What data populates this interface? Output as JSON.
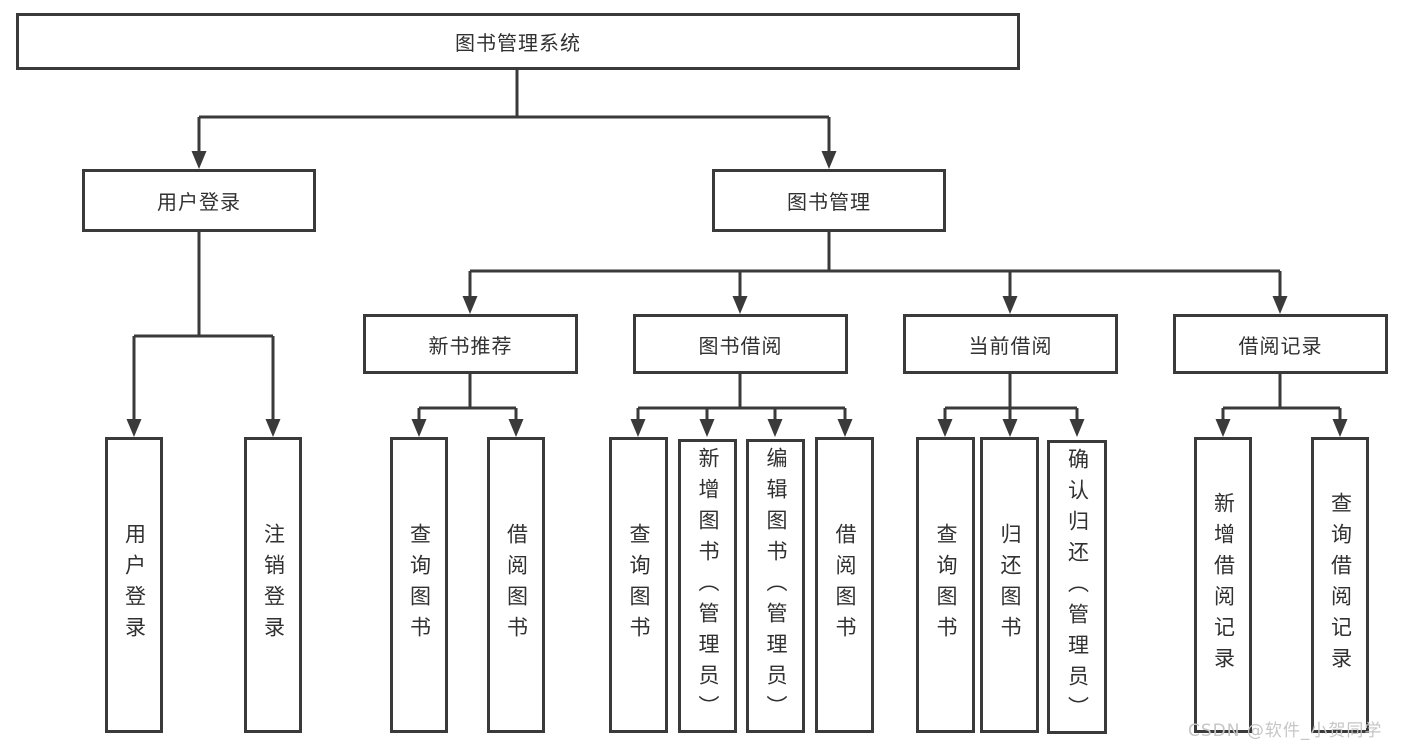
{
  "diagram": {
    "title": "图书管理系统",
    "root": {
      "label": "图书管理系统"
    },
    "branches": [
      {
        "label": "用户登录",
        "children": [
          {
            "label": "用户登录"
          },
          {
            "label": "注销登录"
          }
        ]
      },
      {
        "label": "图书管理",
        "children": [
          {
            "label": "新书推荐",
            "children": [
              {
                "label": "查询图书"
              },
              {
                "label": "借阅图书"
              }
            ]
          },
          {
            "label": "图书借阅",
            "children": [
              {
                "label": "查询图书"
              },
              {
                "label": "新增图书（管理员）"
              },
              {
                "label": "编辑图书（管理员）"
              },
              {
                "label": "借阅图书"
              }
            ]
          },
          {
            "label": "当前借阅",
            "children": [
              {
                "label": "查询图书"
              },
              {
                "label": "归还图书"
              },
              {
                "label": "确认归还（管理员）"
              }
            ]
          },
          {
            "label": "借阅记录",
            "children": [
              {
                "label": "新增借阅记录"
              },
              {
                "label": "查询借阅记录"
              }
            ]
          }
        ]
      }
    ]
  },
  "watermark": "CSDN @软件_小贺同学",
  "colors": {
    "line": "#3a3a3a",
    "text": "#313131",
    "background": "#ffffff",
    "watermark": "#c6c6c6"
  }
}
